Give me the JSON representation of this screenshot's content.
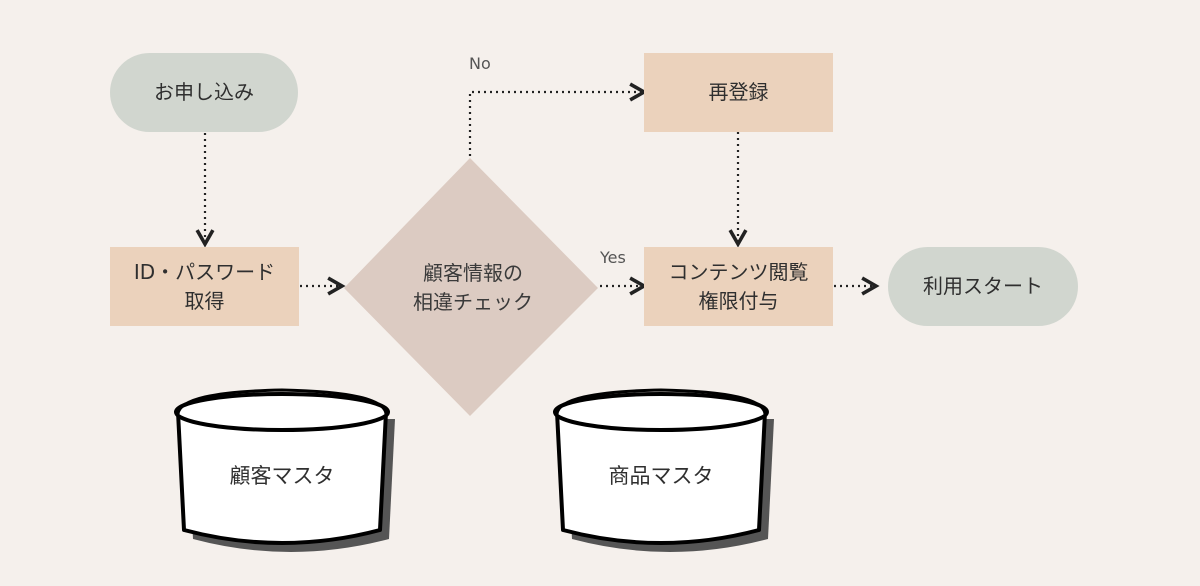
{
  "nodes": {
    "apply": "お申し込み",
    "id_password": "ID・パスワード\n取得",
    "check": "顧客情報の\n相違チェック",
    "reregister": "再登録",
    "grant": "コンテンツ閲覧\n権限付与",
    "start": "利用スタート"
  },
  "edges": {
    "no_label": "No",
    "yes_label": "Yes"
  },
  "databases": {
    "customer_master": "顧客マスタ",
    "product_master": "商品マスタ"
  },
  "colors": {
    "background": "#f5f0ec",
    "pill": "#d1d6cf",
    "box": "#ebd2bc",
    "diamond": "#dccbc2",
    "line": "#222222"
  }
}
